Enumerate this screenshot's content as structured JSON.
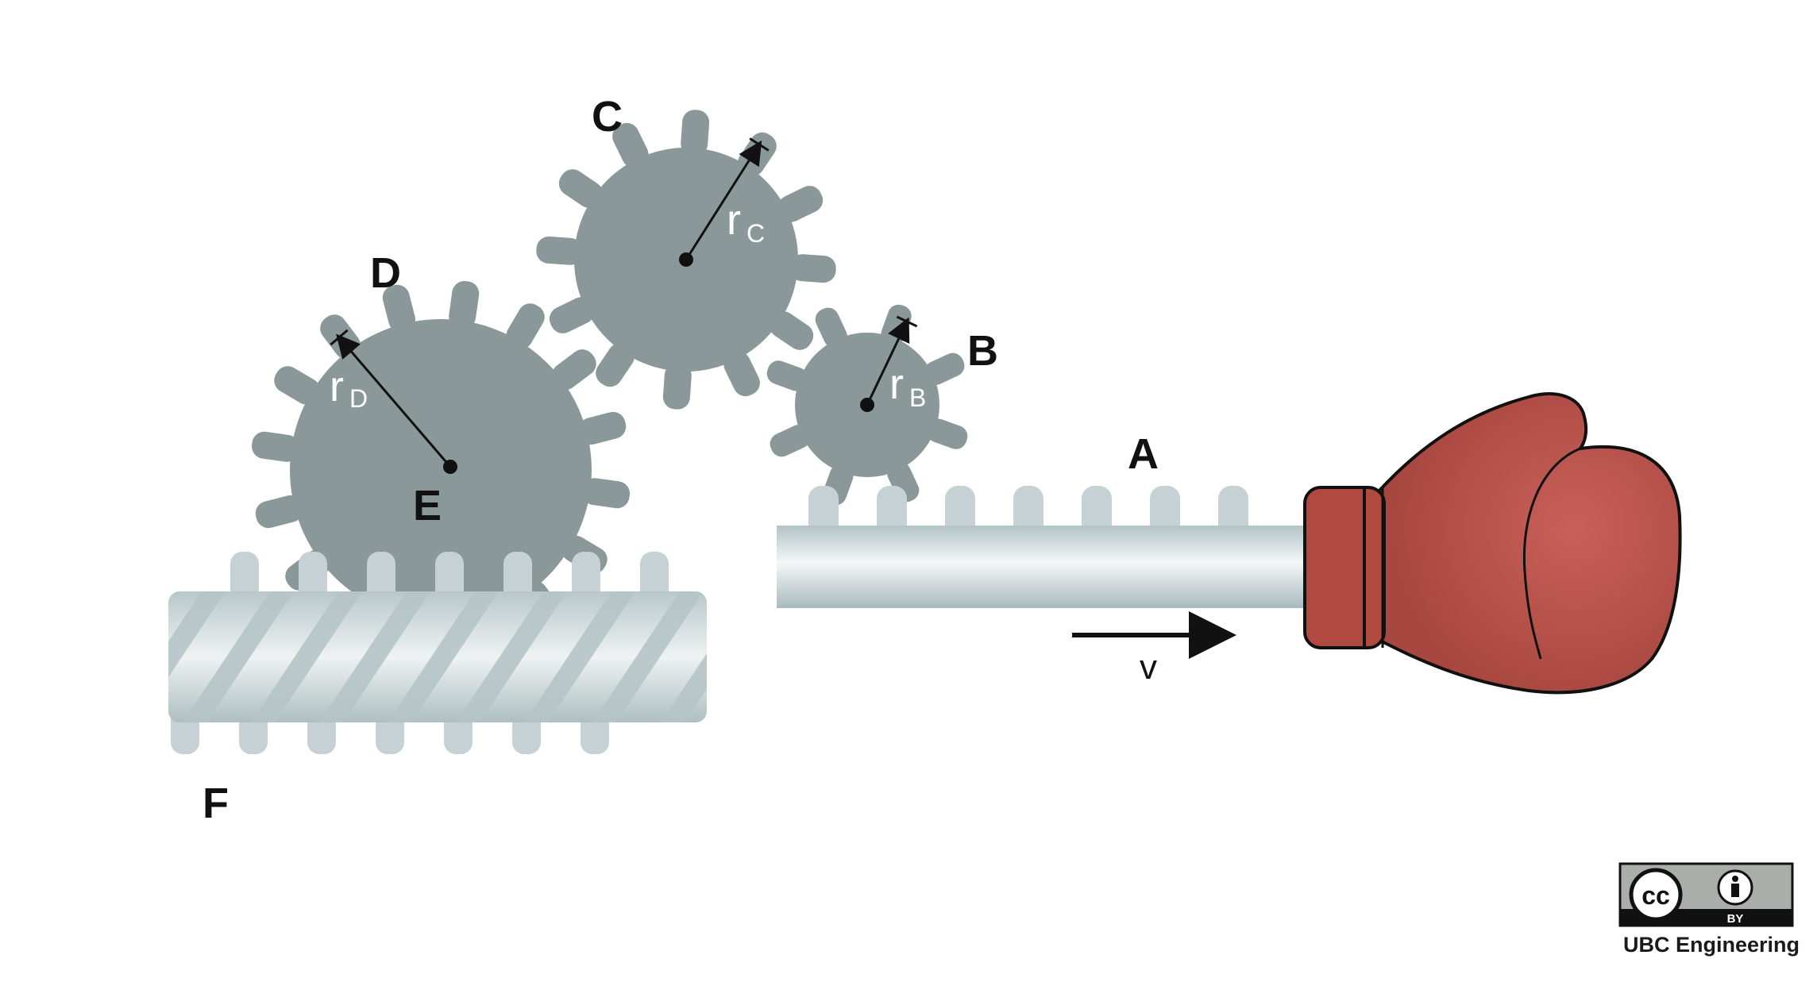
{
  "labels": {
    "A": "A",
    "B": "B",
    "C": "C",
    "D": "D",
    "E": "E",
    "F": "F"
  },
  "radii": {
    "rB": {
      "r": "r",
      "sub": "B"
    },
    "rC": {
      "r": "r",
      "sub": "C"
    },
    "rD": {
      "r": "r",
      "sub": "D"
    }
  },
  "velocity_label": "v",
  "license": {
    "cc": "cc",
    "by": "BY",
    "credit": "UBC Engineering"
  },
  "colors": {
    "gear": "#8a9899",
    "gear_light": "#d4d6d6",
    "rack": "#c5d1d4",
    "glove": "#b04a40",
    "ink": "#111111"
  }
}
